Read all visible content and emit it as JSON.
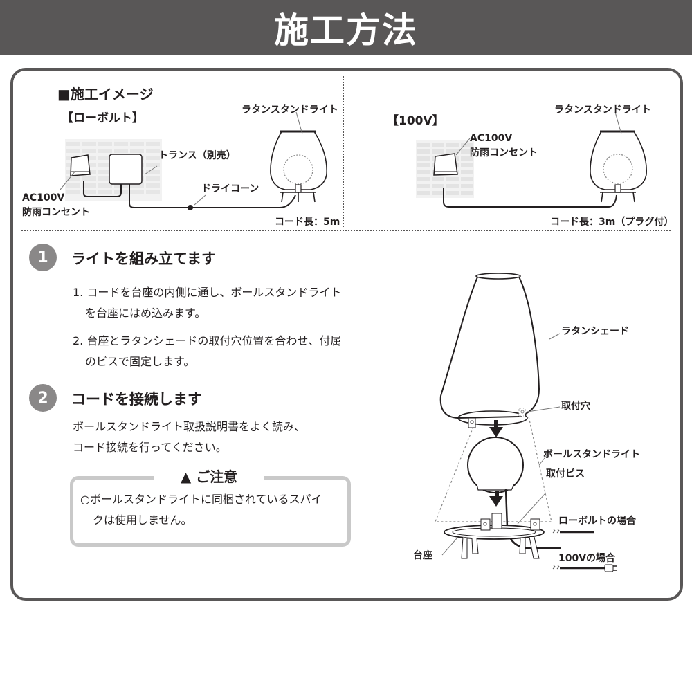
{
  "header": {
    "title": "施工方法"
  },
  "image_section": {
    "heading": "■施工イメージ",
    "low_voltage": {
      "label": "【ローボルト】",
      "outlet_label_line1": "AC100V",
      "outlet_label_line2": "防雨コンセント",
      "transformer_label": "トランス（別売）",
      "dry_cone_label": "ドライコーン",
      "light_label": "ラタンスタンドライト",
      "cord_length": "コード長：5m"
    },
    "v100": {
      "label": "【100V】",
      "outlet_label_line1": "AC100V",
      "outlet_label_line2": "防雨コンセント",
      "light_label": "ラタンスタンドライト",
      "cord_length": "コード長：3m（プラグ付）"
    }
  },
  "steps": [
    {
      "number": "1",
      "title": "ライトを組み立てます",
      "items": [
        {
          "line1": "1. コードを台座の内側に通し、ボールスタンドライト",
          "line2": "を台座にはめ込みます。"
        },
        {
          "line1": "2. 台座とラタンシェードの取付穴位置を合わせ、付属",
          "line2": "のビスで固定します。"
        }
      ]
    },
    {
      "number": "2",
      "title": "コードを接続します",
      "line1": "ボールスタンドライト取扱説明書をよく読み、",
      "line2": "コード接続を行ってください。"
    }
  ],
  "caution": {
    "icon": "warning-triangle-icon",
    "title": "ご注意",
    "line1": "○ボールスタンドライトに同梱されているスパイ",
    "line2": "クは使用しません。"
  },
  "diagram": {
    "shade_label": "ラタンシェード",
    "hole_label": "取付穴",
    "ball_label": "ボールスタンドライト",
    "screw_label": "取付ビス",
    "base_label": "台座",
    "low_voltage_case": "ローボルトの場合",
    "v100_case": "100Vの場合"
  },
  "colors": {
    "header_bg": "#595757",
    "frame": "#595757",
    "badge": "#8a8888",
    "caution_border": "#c9c9c9"
  }
}
